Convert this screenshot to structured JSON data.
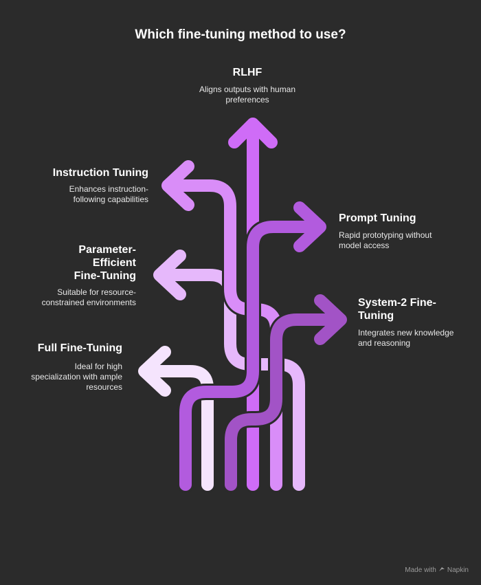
{
  "title": "Which fine-tuning method to use?",
  "methods": {
    "rlhf": {
      "title": "RLHF",
      "desc": "Aligns outputs with human preferences",
      "color": "#cf6cf7"
    },
    "instruction": {
      "title": "Instruction Tuning",
      "desc": "Enhances instruction-following capabilities",
      "color": "#d98df8"
    },
    "prompt": {
      "title": "Prompt Tuning",
      "desc": "Rapid prototyping without model access",
      "color": "#b25bde"
    },
    "peft": {
      "title": "Parameter-Efficient Fine-Tuning",
      "desc": "Suitable for resource-constrained environments",
      "color": "#e6b8fb"
    },
    "system2": {
      "title": "System-2 Fine-Tuning",
      "desc": "Integrates new knowledge and reasoning",
      "color": "#a253c6"
    },
    "full": {
      "title": "Full Fine-Tuning",
      "desc": "Ideal for high specialization with ample resources",
      "color": "#f5e4fd"
    }
  },
  "footer": {
    "text": "Made with",
    "brand": "Napkin"
  }
}
